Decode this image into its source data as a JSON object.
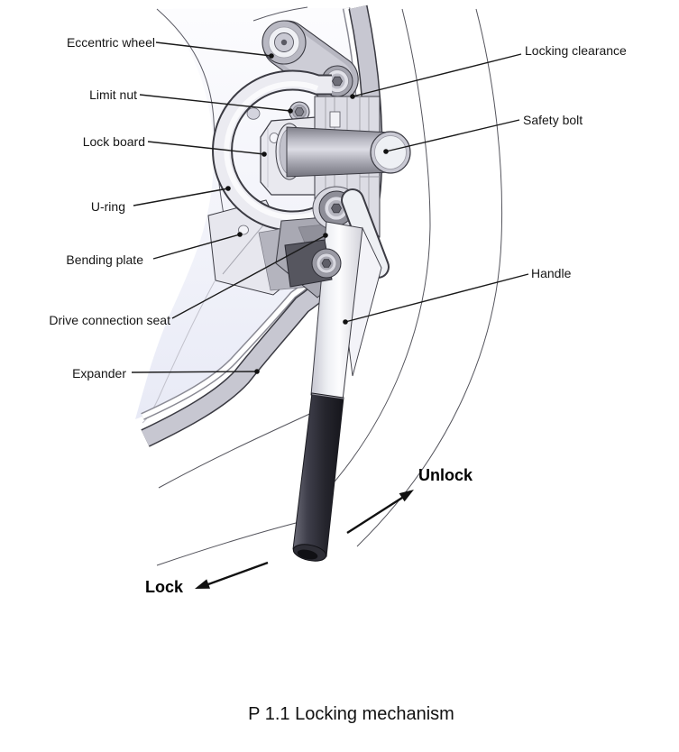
{
  "figure": {
    "caption": "P 1.1 Locking mechanism",
    "callouts": [
      {
        "id": "eccentric-wheel",
        "text": "Eccentric wheel",
        "side": "left"
      },
      {
        "id": "limit-nut",
        "text": "Limit nut",
        "side": "left"
      },
      {
        "id": "lock-board",
        "text": "Lock board",
        "side": "left"
      },
      {
        "id": "u-ring",
        "text": "U-ring",
        "side": "left"
      },
      {
        "id": "bending-plate",
        "text": "Bending plate",
        "side": "left"
      },
      {
        "id": "drive-connection-seat",
        "text": "Drive connection seat",
        "side": "left"
      },
      {
        "id": "expander",
        "text": "Expander",
        "side": "left"
      },
      {
        "id": "locking-clearance",
        "text": "Locking clearance",
        "side": "right"
      },
      {
        "id": "safety-bolt",
        "text": "Safety bolt",
        "side": "right"
      },
      {
        "id": "handle",
        "text": "Handle",
        "side": "right"
      }
    ],
    "actions": [
      {
        "id": "unlock",
        "text": "Unlock",
        "direction": "up-right"
      },
      {
        "id": "lock",
        "text": "Lock",
        "direction": "down-left"
      }
    ],
    "colors": {
      "background": "#ffffff",
      "line": "#1a1a1a",
      "wheel_face": "#edeff8",
      "metal_light": "#ececf2",
      "metal_mid": "#c7c7d1",
      "metal_dark": "#8e8e98",
      "grip": "#26262e"
    }
  }
}
